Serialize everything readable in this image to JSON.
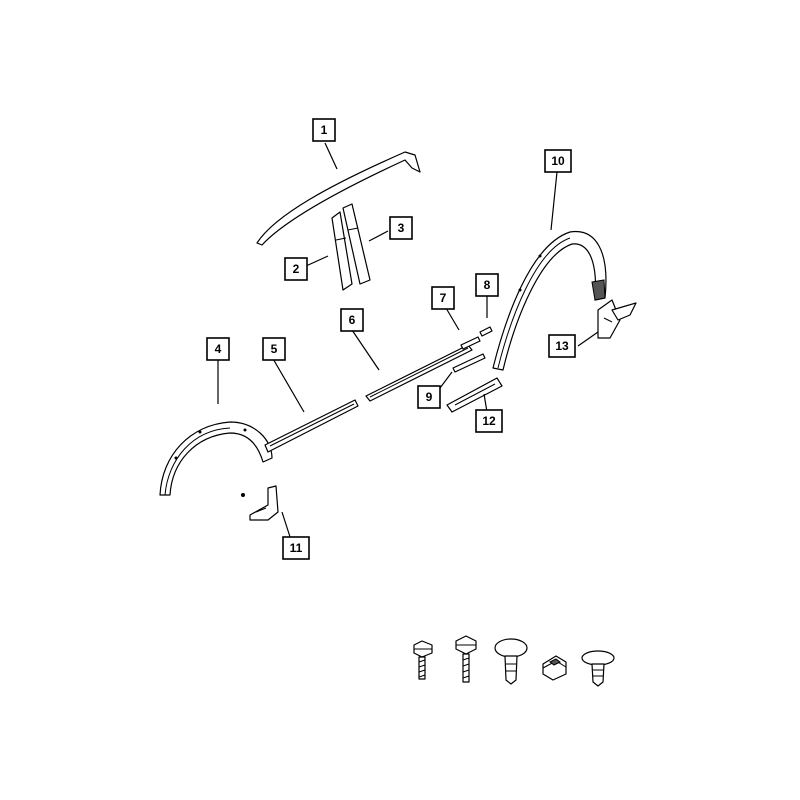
{
  "callouts": [
    "1",
    "2",
    "3",
    "4",
    "5",
    "6",
    "7",
    "8",
    "9",
    "10",
    "11",
    "12",
    "13"
  ],
  "colors": {
    "line": "#000000",
    "background": "#ffffff",
    "fill_dark": "#555555"
  },
  "fasteners": [
    "bolt-fastener-icon",
    "bolt-fastener-icon",
    "push-pin-fastener-icon",
    "clip-fastener-icon",
    "push-pin-fastener-icon"
  ]
}
